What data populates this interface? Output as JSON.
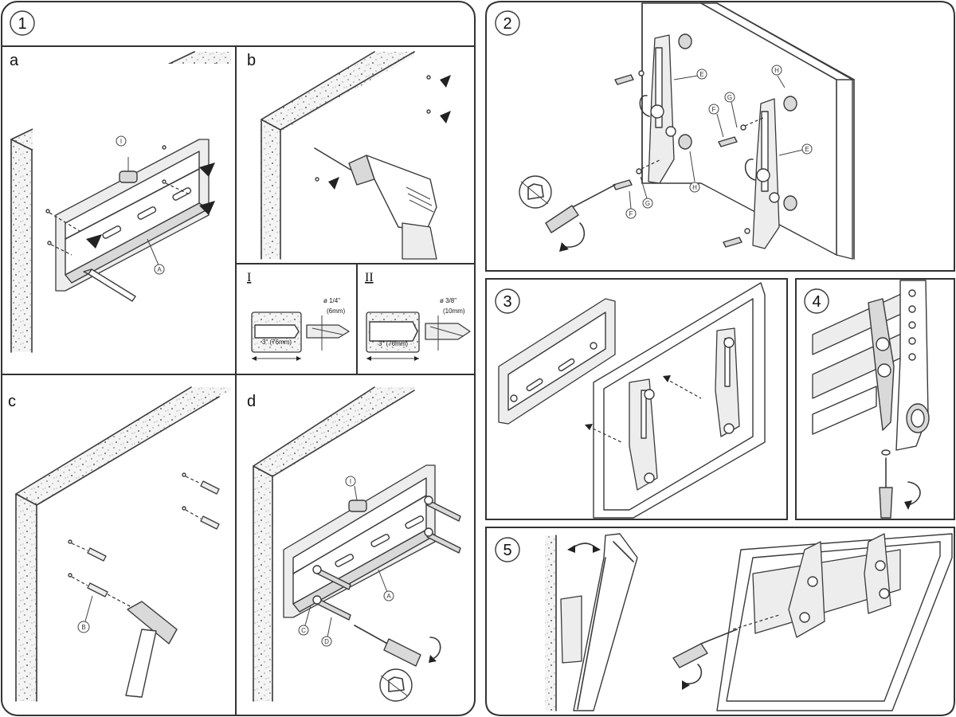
{
  "steps": {
    "s1": "1",
    "s2": "2",
    "s3": "3",
    "s4": "4",
    "s5": "5"
  },
  "subpanels": {
    "a": "a",
    "b": "b",
    "c": "c",
    "d": "d"
  },
  "drill_specs": {
    "I": {
      "label": "I",
      "diameter": "ø 1/4\"",
      "diameter_mm": "(6mm)",
      "depth": "3\" (76mm)"
    },
    "II": {
      "label": "II",
      "diameter": "ø 3/8\"",
      "diameter_mm": "(10mm)",
      "depth": "3\" (76mm)"
    }
  },
  "part_labels": {
    "A": "A",
    "B": "B",
    "C": "C",
    "D": "D",
    "E": "E",
    "F": "F",
    "G": "G",
    "H": "H",
    "I": "I"
  },
  "icons": [
    "hand-tighten-icon",
    "rotate-arrow-icon",
    "screwdriver-icon",
    "drill-icon",
    "hammer-icon",
    "tilt-arrow-icon"
  ],
  "colors": {
    "line": "#3a3a3a",
    "fill": "#d9d9d9",
    "background": "#ffffff"
  }
}
